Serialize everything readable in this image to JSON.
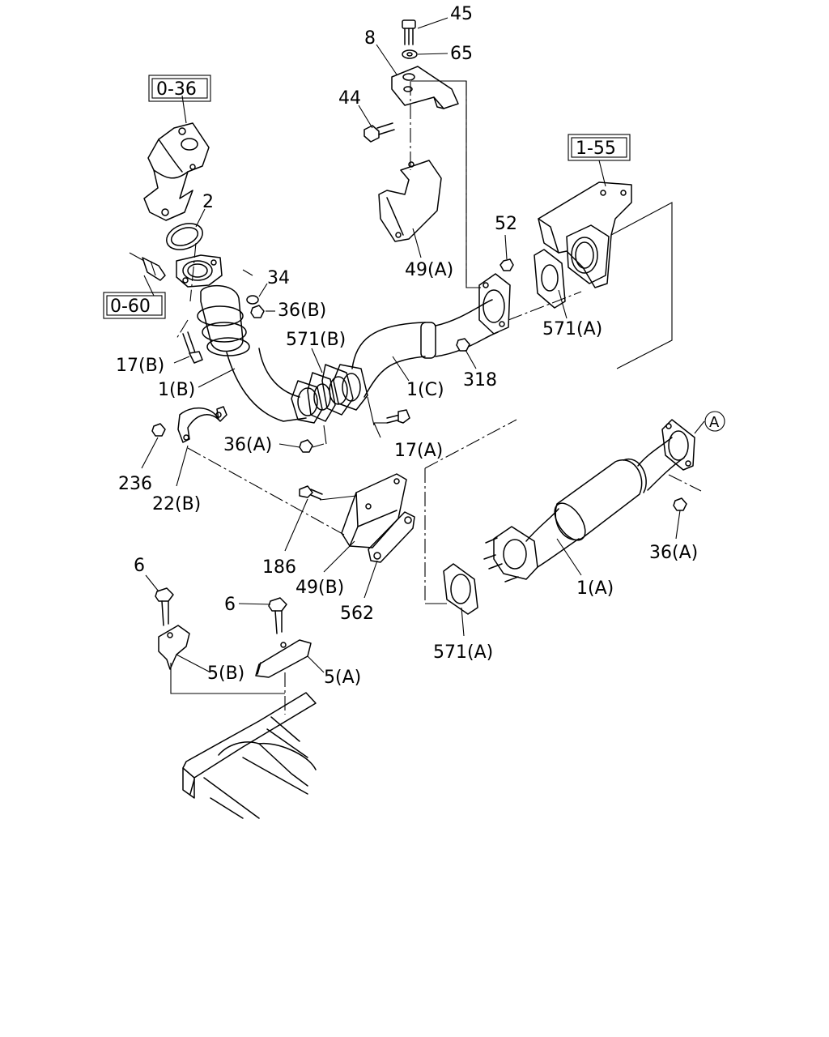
{
  "diagram": {
    "labels": {
      "l45": "45",
      "l8": "8",
      "l65": "65",
      "l44": "44",
      "l49a": "49(A)",
      "l52": "52",
      "l571a_top": "571(A)",
      "l2": "2",
      "l34": "34",
      "l36b": "36(B)",
      "l17b": "17(B)",
      "l1b": "1(B)",
      "l571b": "571(B)",
      "l1c": "1(C)",
      "l318": "318",
      "l36a_left": "36(A)",
      "l17a": "17(A)",
      "l236": "236",
      "l22b": "22(B)",
      "l186": "186",
      "l49b": "49(B)",
      "l562": "562",
      "l36a_right": "36(A)",
      "l1a": "1(A)",
      "l571a_bottom": "571(A)",
      "l6_left": "6",
      "l6_right": "6",
      "l5b": "5(B)",
      "l5a": "5(A)"
    },
    "refs": {
      "r036": "0-36",
      "r060": "0-60",
      "r155": "1-55"
    },
    "callout_a": "A"
  }
}
